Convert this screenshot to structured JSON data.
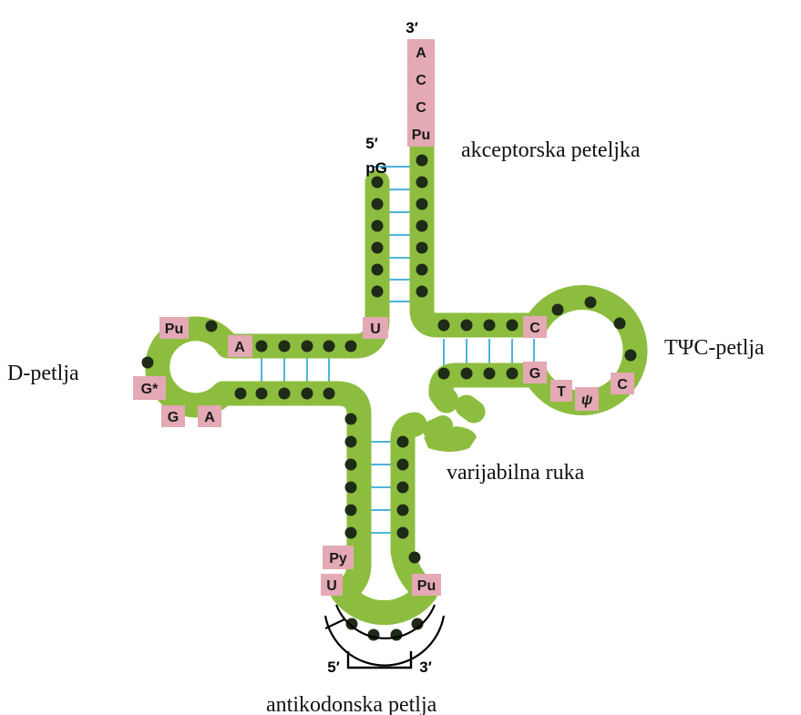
{
  "labels": {
    "acceptor": "akceptorska peteljka",
    "d_loop": "D-petlja",
    "tpsic_loop": "TΨC-petlja",
    "variable_arm": "varijabilna ruka",
    "anticodon_loop": "antikodonska petlja"
  },
  "ends": {
    "top_3prime": "3′",
    "top_5prime": "5′",
    "pG": "pG",
    "anticodon_5prime": "5′",
    "anticodon_3prime": "3′"
  },
  "nucleotides": {
    "A1": "A",
    "C1": "C",
    "C2": "C",
    "Pu_top": "Pu",
    "U_center": "U",
    "A_d": "A",
    "Pu_d": "Pu",
    "Gstar": "G*",
    "G_d": "G",
    "A_d2": "A",
    "C_t": "C",
    "G_t": "G",
    "T_t": "T",
    "psi_t": "ψ",
    "C_t2": "C",
    "Py": "Py",
    "U_ac": "U",
    "Pu_ac": "Pu"
  },
  "colors": {
    "strand": "#8dbd3e",
    "dot": "#1e2b17",
    "base_pair": "#4eb4de",
    "nucleotide_box": "#e3a9b4"
  }
}
